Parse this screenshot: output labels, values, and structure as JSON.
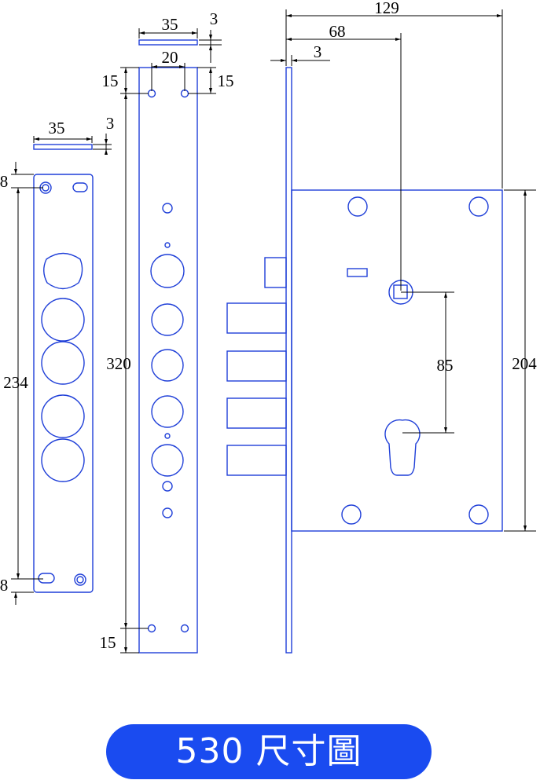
{
  "title": "530 尺寸圖",
  "colors": {
    "outline": "#1f3fd8",
    "dimension": "#000000",
    "banner": "#1a4bf0",
    "banner_text": "#ffffff"
  },
  "dimensions": {
    "front_plate_width": "35",
    "front_plate_thickness": "3",
    "front_plate_hole_offset_top": "8",
    "front_plate_hole_spacing": "234",
    "front_plate_hole_offset_bottom": "8",
    "back_plate_width": "35",
    "back_plate_thickness": "3",
    "back_plate_hole_spacing": "20",
    "back_plate_hole_offset_top_left": "15",
    "back_plate_hole_offset_top_right": "15",
    "back_plate_length": "320",
    "back_plate_hole_offset_bottom": "15",
    "lock_total_depth": "129",
    "lock_backset": "68",
    "lock_faceplate_thickness": "3",
    "lock_center_distance": "85",
    "lock_case_height": "204"
  }
}
